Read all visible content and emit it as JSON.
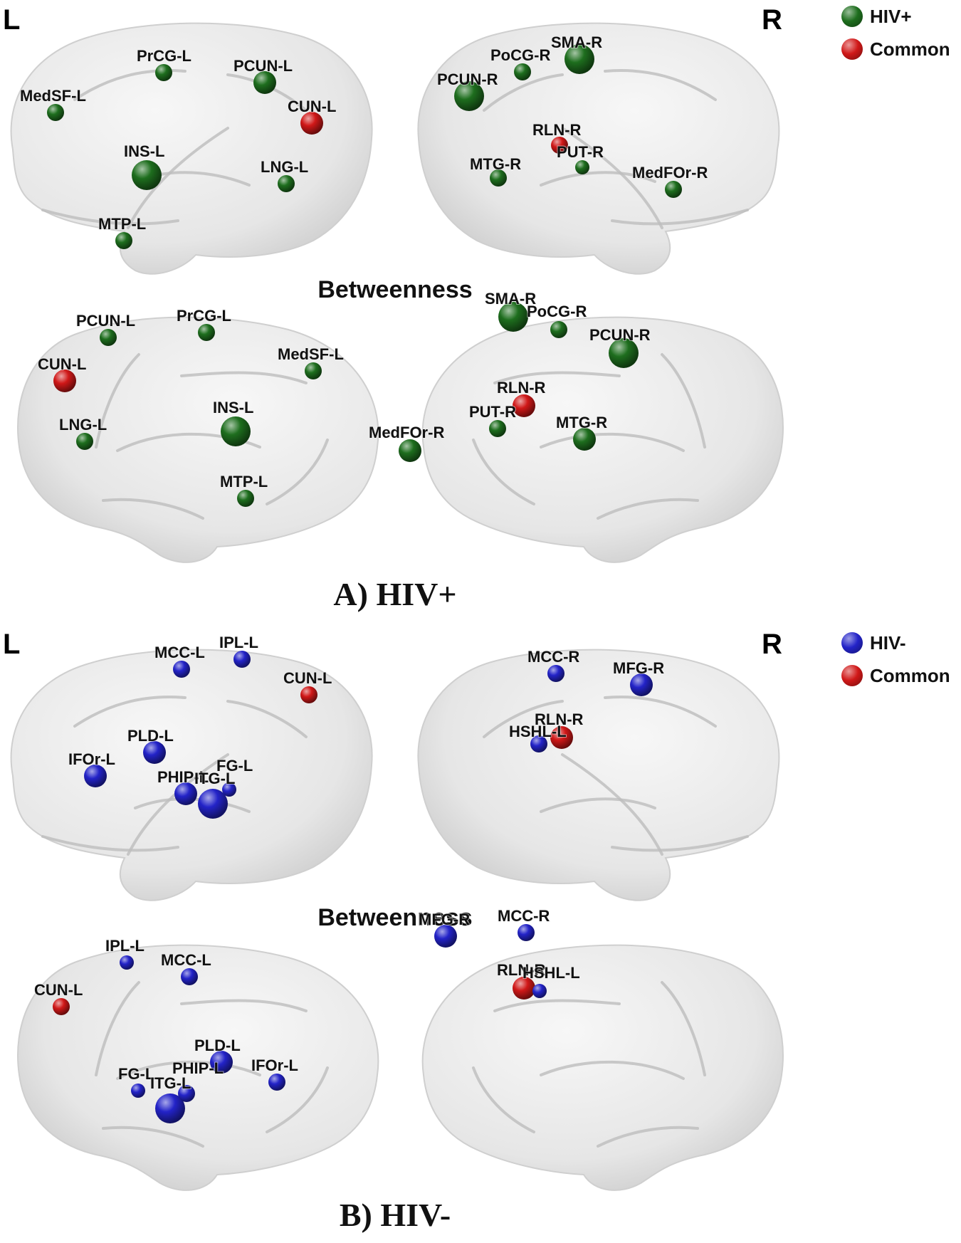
{
  "colors": {
    "hiv_pos": "#1e6e1e",
    "hiv_neg": "#2323c8",
    "common": "#d01818",
    "brain": "#e6e6e6"
  },
  "panels": [
    {
      "id": "A",
      "label": "A) HIV+",
      "metric": "Betweenness",
      "side_left": "L",
      "side_right": "R",
      "legend": [
        {
          "label": "HIV+",
          "color_key": "hiv_pos"
        },
        {
          "label": "Common",
          "color_key": "common"
        }
      ],
      "views": [
        {
          "nodes": [
            {
              "label": "PrCG-L",
              "group": "hiv_pos",
              "size": "s"
            },
            {
              "label": "PCUN-L",
              "group": "hiv_pos",
              "size": "m"
            },
            {
              "label": "MedSF-L",
              "group": "hiv_pos",
              "size": "s"
            },
            {
              "label": "CUN-L",
              "group": "common",
              "size": "m"
            },
            {
              "label": "INS-L",
              "group": "hiv_pos",
              "size": "l"
            },
            {
              "label": "LNG-L",
              "group": "hiv_pos",
              "size": "s"
            },
            {
              "label": "MTP-L",
              "group": "hiv_pos",
              "size": "s"
            }
          ]
        },
        {
          "nodes": [
            {
              "label": "SMA-R",
              "group": "hiv_pos",
              "size": "l"
            },
            {
              "label": "PoCG-R",
              "group": "hiv_pos",
              "size": "s"
            },
            {
              "label": "PCUN-R",
              "group": "hiv_pos",
              "size": "l"
            },
            {
              "label": "RLN-R",
              "group": "common",
              "size": "s"
            },
            {
              "label": "PUT-R",
              "group": "hiv_pos",
              "size": "xs"
            },
            {
              "label": "MTG-R",
              "group": "hiv_pos",
              "size": "s"
            },
            {
              "label": "MedFOr-R",
              "group": "hiv_pos",
              "size": "s"
            }
          ]
        },
        {
          "nodes": [
            {
              "label": "PCUN-L",
              "group": "hiv_pos",
              "size": "s"
            },
            {
              "label": "PrCG-L",
              "group": "hiv_pos",
              "size": "s"
            },
            {
              "label": "MedSF-L",
              "group": "hiv_pos",
              "size": "s"
            },
            {
              "label": "CUN-L",
              "group": "common",
              "size": "m"
            },
            {
              "label": "INS-L",
              "group": "hiv_pos",
              "size": "l"
            },
            {
              "label": "LNG-L",
              "group": "hiv_pos",
              "size": "s"
            },
            {
              "label": "MTP-L",
              "group": "hiv_pos",
              "size": "s"
            }
          ]
        },
        {
          "nodes": [
            {
              "label": "SMA-R",
              "group": "hiv_pos",
              "size": "l"
            },
            {
              "label": "PoCG-R",
              "group": "hiv_pos",
              "size": "s"
            },
            {
              "label": "PCUN-R",
              "group": "hiv_pos",
              "size": "l"
            },
            {
              "label": "RLN-R",
              "group": "common",
              "size": "m"
            },
            {
              "label": "PUT-R",
              "group": "hiv_pos",
              "size": "s"
            },
            {
              "label": "MedFOr-R",
              "group": "hiv_pos",
              "size": "m"
            },
            {
              "label": "MTG-R",
              "group": "hiv_pos",
              "size": "m"
            }
          ]
        }
      ]
    },
    {
      "id": "B",
      "label": "B) HIV-",
      "metric": "Betweenness",
      "side_left": "L",
      "side_right": "R",
      "legend": [
        {
          "label": "HIV-",
          "color_key": "hiv_neg"
        },
        {
          "label": "Common",
          "color_key": "common"
        }
      ],
      "views": [
        {
          "nodes": [
            {
              "label": "MCC-L",
              "group": "hiv_neg",
              "size": "s"
            },
            {
              "label": "IPL-L",
              "group": "hiv_neg",
              "size": "s"
            },
            {
              "label": "CUN-L",
              "group": "common",
              "size": "s"
            },
            {
              "label": "PLD-L",
              "group": "hiv_neg",
              "size": "m"
            },
            {
              "label": "IFOr-L",
              "group": "hiv_neg",
              "size": "m"
            },
            {
              "label": "PHIP-L",
              "group": "hiv_neg",
              "size": "m"
            },
            {
              "label": "ITG-L",
              "group": "hiv_neg",
              "size": "l"
            },
            {
              "label": "FG-L",
              "group": "hiv_neg",
              "size": "xs"
            }
          ]
        },
        {
          "nodes": [
            {
              "label": "MCC-R",
              "group": "hiv_neg",
              "size": "s"
            },
            {
              "label": "MFG-R",
              "group": "hiv_neg",
              "size": "m"
            },
            {
              "label": "RLN-R",
              "group": "common",
              "size": "m"
            },
            {
              "label": "HSHL-L",
              "group": "hiv_neg",
              "size": "s"
            }
          ]
        },
        {
          "nodes": [
            {
              "label": "IPL-L",
              "group": "hiv_neg",
              "size": "xs"
            },
            {
              "label": "MCC-L",
              "group": "hiv_neg",
              "size": "s"
            },
            {
              "label": "CUN-L",
              "group": "common",
              "size": "s"
            },
            {
              "label": "PLD-L",
              "group": "hiv_neg",
              "size": "m"
            },
            {
              "label": "IFOr-L",
              "group": "hiv_neg",
              "size": "s"
            },
            {
              "label": "FG-L",
              "group": "hiv_neg",
              "size": "xs"
            },
            {
              "label": "ITG-L",
              "group": "hiv_neg",
              "size": "l"
            },
            {
              "label": "PHIP-L",
              "group": "hiv_neg",
              "size": "s"
            }
          ]
        },
        {
          "nodes": [
            {
              "label": "MFG-R",
              "group": "hiv_neg",
              "size": "m"
            },
            {
              "label": "MCC-R",
              "group": "hiv_neg",
              "size": "s"
            },
            {
              "label": "RLN-R",
              "group": "common",
              "size": "m"
            },
            {
              "label": "HSHL-L",
              "group": "hiv_neg",
              "size": "xs"
            }
          ]
        }
      ]
    }
  ]
}
